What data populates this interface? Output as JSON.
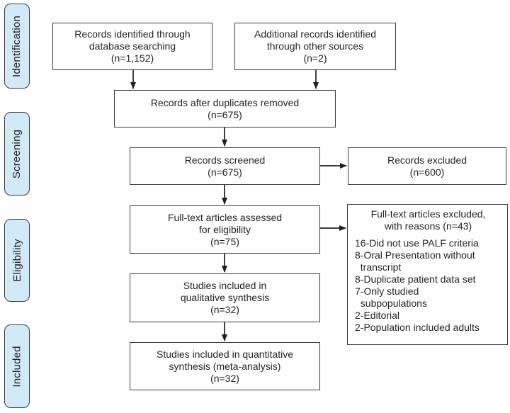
{
  "stages": [
    {
      "label": "Identification"
    },
    {
      "label": "Screening"
    },
    {
      "label": "Eligibility"
    },
    {
      "label": "Included"
    }
  ],
  "boxes": {
    "records_identified": {
      "text": "Records identified through\ndatabase searching\n(n=1,152)"
    },
    "additional_records": {
      "text": "Additional records identified\nthrough other sources\n(n=2)"
    },
    "duplicates_removed": {
      "text": "Records after duplicates removed\n(n=675)"
    },
    "records_screened": {
      "text": "Records screened\n(n=675)"
    },
    "records_excluded": {
      "text": "Records excluded\n(n=600)"
    },
    "fulltext_assessed": {
      "text": "Full-text articles assessed\nfor eligibility\n(n=75)"
    },
    "fulltext_excluded": {
      "title": "Full-text articles excluded,\nwith reasons (n=43)",
      "lines": [
        "16-Did not use PALF criteria",
        "8-Oral Presentation without",
        "  transcript",
        "8-Duplicate patient data set",
        "7-Only studied",
        "  subpopulations",
        "2-Editorial",
        "2-Population included adults"
      ]
    },
    "qualitative_synthesis": {
      "text": "Studies included in\nqualitative synthesis\n(n=32)"
    },
    "quantitative_synthesis": {
      "text": "Studies included in quantitative\nsynthesis (meta-analysis)\n(n=32)"
    }
  },
  "colors": {
    "stage_fill": "#d2e9f8",
    "outline": "#3c3c3c",
    "arrow": "#231f20",
    "text": "#231f20",
    "background": "#ffffff"
  }
}
